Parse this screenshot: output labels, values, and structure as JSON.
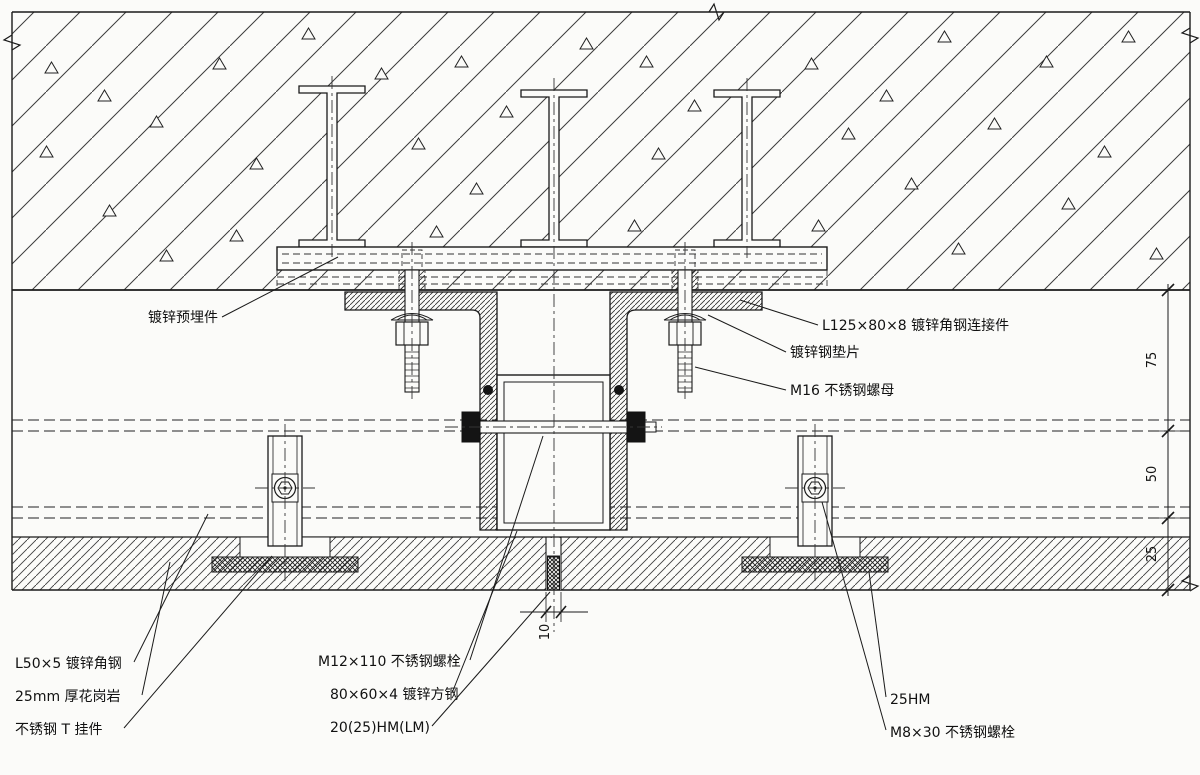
{
  "callouts": {
    "embedded_part": "镀锌预埋件",
    "angle_connector": "L125×80×8 镀锌角钢连接件",
    "steel_washer": "镀锌钢垫片",
    "m16_nut": "M16 不锈钢螺母",
    "l50_angle": "L50×5 镀锌角钢",
    "granite": "25mm 厚花岗岩",
    "t_hanger": "不锈钢 T 挂件",
    "m12_bolt": "M12×110 不锈钢螺栓",
    "square_tube": "80×60×4 镀锌方钢",
    "joint_code": "20(25)HM(LM)",
    "hm_25": "25HM",
    "m8_bolt": "M8×30 不锈钢螺栓"
  },
  "dimensions": {
    "upper_gap": "75",
    "middle_gap": "50",
    "stone_zone": "25",
    "joint_width": "10"
  }
}
